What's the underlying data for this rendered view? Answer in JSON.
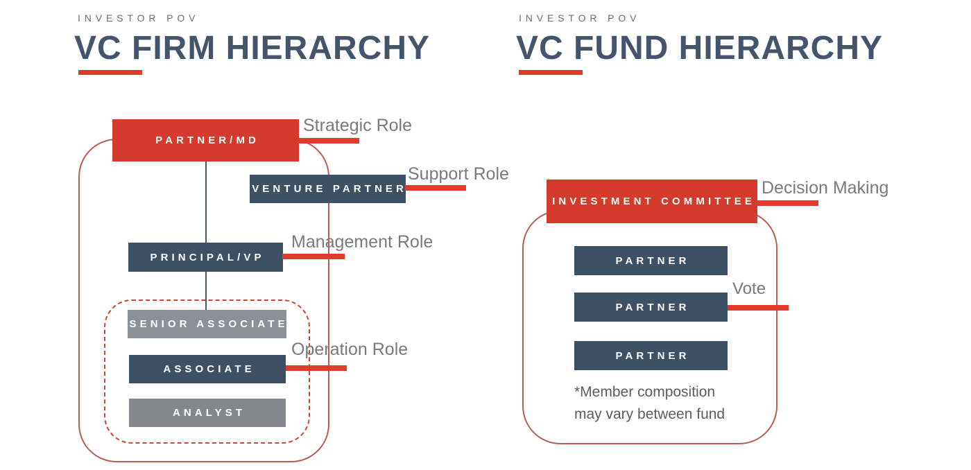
{
  "left_panel": {
    "eyebrow": "INVESTOR POV",
    "title": "VC FIRM HIERARCHY",
    "nodes": {
      "partner_md": "PARTNER/MD",
      "venture_partner": "VENTURE PARTNER",
      "principal_vp": "PRINCIPAL/VP",
      "senior_associate": "SENIOR ASSOCIATE",
      "associate": "ASSOCIATE",
      "analyst": "ANALYST"
    },
    "annotations": {
      "strategic": "Strategic Role",
      "support": "Support Role",
      "management": "Management Role",
      "operation": "Operation Role"
    }
  },
  "right_panel": {
    "eyebrow": "INVESTOR POV",
    "title": "VC FUND HIERARCHY",
    "nodes": {
      "investment_committee": "INVESTMENT COMMITTEE",
      "partner_1": "PARTNER",
      "partner_2": "PARTNER",
      "partner_3": "PARTNER"
    },
    "annotations": {
      "decision": "Decision Making",
      "vote": "Vote"
    },
    "footnote_line1": "*Member composition",
    "footnote_line2": "may vary between fund"
  },
  "colors": {
    "accent_red": "#d53b2d",
    "line_red": "#e23a2a",
    "outline_red": "#bc5a53",
    "dashed_red": "#cc4237",
    "navy": "#3e5064",
    "gray_box": "#8b9099",
    "gray_box_dark": "#84878d",
    "slate_title": "#44546a",
    "label_gray": "#7a7a7a",
    "footnote_gray": "#5c5c5c"
  }
}
